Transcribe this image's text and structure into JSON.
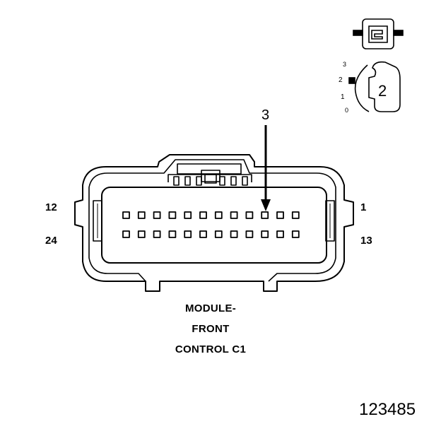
{
  "connector": {
    "caption_lines": [
      "MODULE-",
      "FRONT",
      "CONTROL C1"
    ],
    "pin_labels": {
      "top_left": "12",
      "bottom_left": "24",
      "top_right": "1",
      "bottom_right": "13"
    },
    "callout": "3",
    "rows": 2,
    "pins_per_row": 12
  },
  "terminal_position_assurance": {
    "position_scale": [
      "3",
      "2",
      "1",
      "0"
    ],
    "selected_position": "2"
  },
  "figure_number": "123485"
}
